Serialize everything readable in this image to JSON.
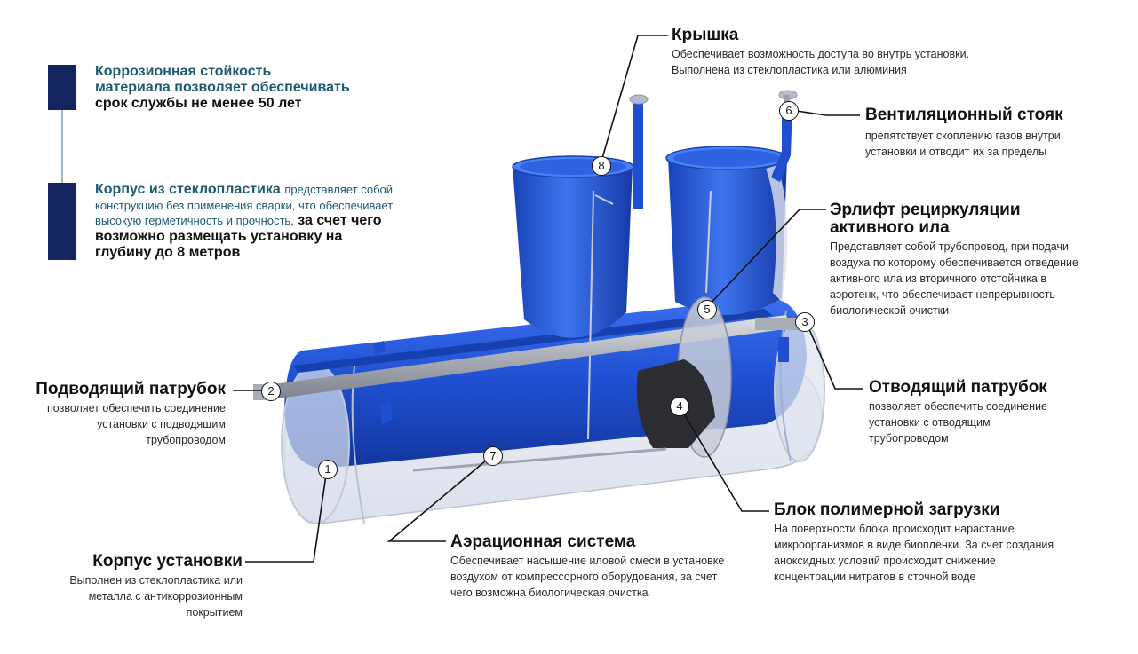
{
  "left_panel": {
    "block1": {
      "line1": "Коррозионная стойкость",
      "line2": "материала позволяет обеспечивать",
      "line3": "срок службы не менее 50 лет"
    },
    "block2": {
      "title": "Корпус из стеклопластика",
      "rest1": "представляет собой",
      "line2": "конструкцию без применения сварки, что обеспечивает",
      "line3a": "высокую герметичность и прочность,",
      "line3b": "за счет чего",
      "line4": "возможно размещать установку  на",
      "line5": "глубину до 8 метров"
    }
  },
  "callouts": {
    "lid": {
      "title": "Крышка",
      "d1": "Обеспечивает возможность доступа во внутрь установки.",
      "d2": "Выполнена из стеклопластика или алюминия"
    },
    "vent": {
      "title": "Вентиляционный стояк",
      "d1": "препятствует скоплению газов внутри",
      "d2": "установки и отводит их за пределы"
    },
    "airlift": {
      "title1": "Эрлифт рециркуляции",
      "title2": "активного ила",
      "d1": "Представляет собой трубопровод, при подачи",
      "d2": "воздуха по которому обеспечивается отведение",
      "d3": "активного ила из вторичного отстойника в",
      "d4": "аэротенк, что обеспечивает непрерывность",
      "d5": "биологической очистки"
    },
    "inlet": {
      "title": "Подводящий патрубок",
      "d1": "позволяет обеспечить соединение",
      "d2": "установки с подводящим",
      "d3": "трубопроводом"
    },
    "outlet": {
      "title": "Отводящий патрубок",
      "d1": "позволяет обеспечить соединение",
      "d2": "установки с отводящим",
      "d3": "трубопроводом"
    },
    "media": {
      "title": "Блок полимерной загрузки",
      "d1": "На поверхности блока происходит нарастание",
      "d2": "микроорганизмов в виде биопленки. За счет  создания",
      "d3": "аноксидных условий происходит снижение",
      "d4": "концентрации нитратов в сточной воде"
    },
    "aeration": {
      "title": "Аэрационная система",
      "d1": "Обеспечивает насыщение иловой смеси в установке",
      "d2": "воздухом от компрессорного оборудования, за счет",
      "d3": "чего возможна биологическая очистка"
    },
    "body": {
      "title": "Корпус установки",
      "d1": "Выполнен из стеклопластика или",
      "d2": "металла с антикоррозионным",
      "d3": "покрытием"
    }
  },
  "markers": {
    "m1": "1",
    "m2": "2",
    "m3": "3",
    "m4": "4",
    "m5": "5",
    "m6": "6",
    "m7": "7",
    "m8": "8"
  },
  "colors": {
    "accent_bar": "#14245e",
    "teal_text": "#1f5a73",
    "tank_blue": "#1f4fd0"
  }
}
